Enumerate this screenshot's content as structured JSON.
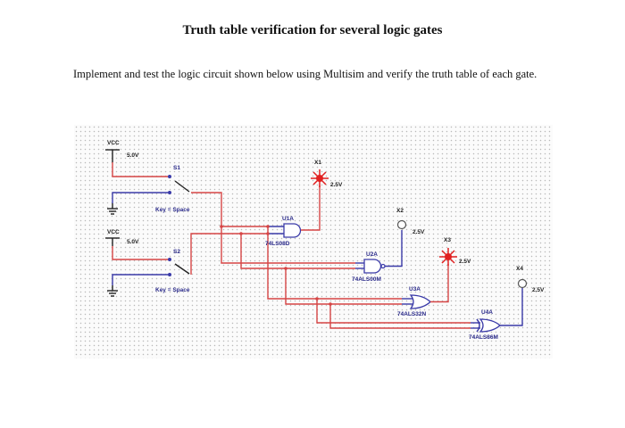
{
  "document": {
    "title": "Truth table verification for several logic gates",
    "intro": "Implement and test the logic circuit shown below using Multisim and verify the truth table of each gate."
  },
  "schematic": {
    "sources": [
      {
        "label": "VCC",
        "voltage": "5.0V"
      },
      {
        "label": "VCC",
        "voltage": "5.0V"
      }
    ],
    "switches": [
      {
        "label": "S1",
        "key": "Key = Space"
      },
      {
        "label": "S2",
        "key": "Key = Space"
      }
    ],
    "gates": [
      {
        "ref": "U1A",
        "part": "74LS08D"
      },
      {
        "ref": "U2A",
        "part": "74ALS00M"
      },
      {
        "ref": "U3A",
        "part": "74ALS32N"
      },
      {
        "ref": "U4A",
        "part": "74ALS86M"
      }
    ],
    "probes": [
      {
        "ref": "X1",
        "voltage": "2.5V"
      },
      {
        "ref": "X2",
        "voltage": "2.5V"
      },
      {
        "ref": "X3",
        "voltage": "2.5V"
      },
      {
        "ref": "X4",
        "voltage": "2.5V"
      }
    ],
    "colors": {
      "red_wire": "#d64545",
      "blue_wire": "#3a3aa8",
      "lit_probe": "#e02020"
    }
  }
}
